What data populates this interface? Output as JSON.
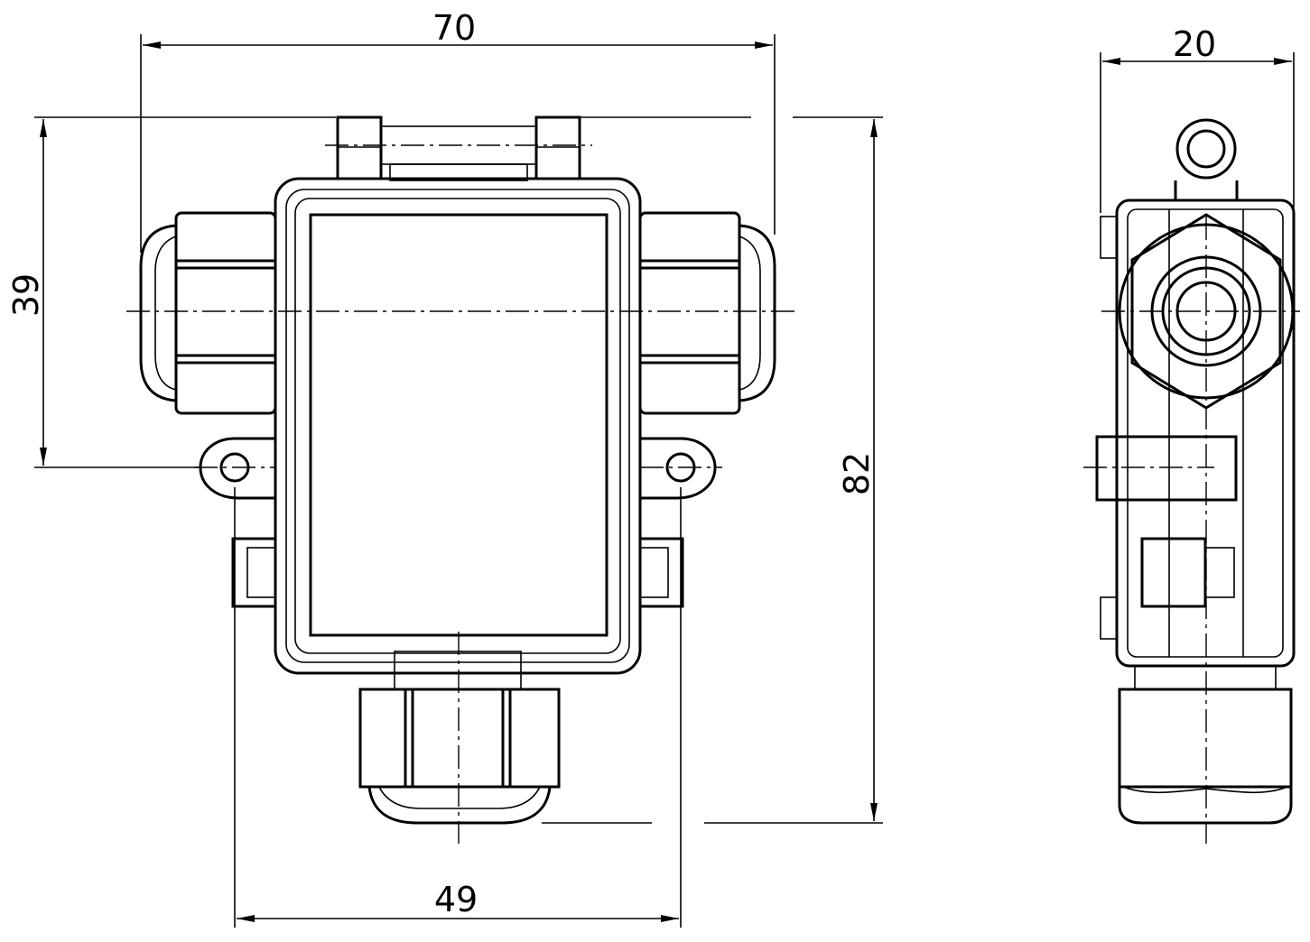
{
  "drawing": {
    "dimensions": {
      "width_overall": "70",
      "height_mount": "39",
      "height_overall": "82",
      "hole_spacing": "49",
      "depth": "20"
    }
  }
}
